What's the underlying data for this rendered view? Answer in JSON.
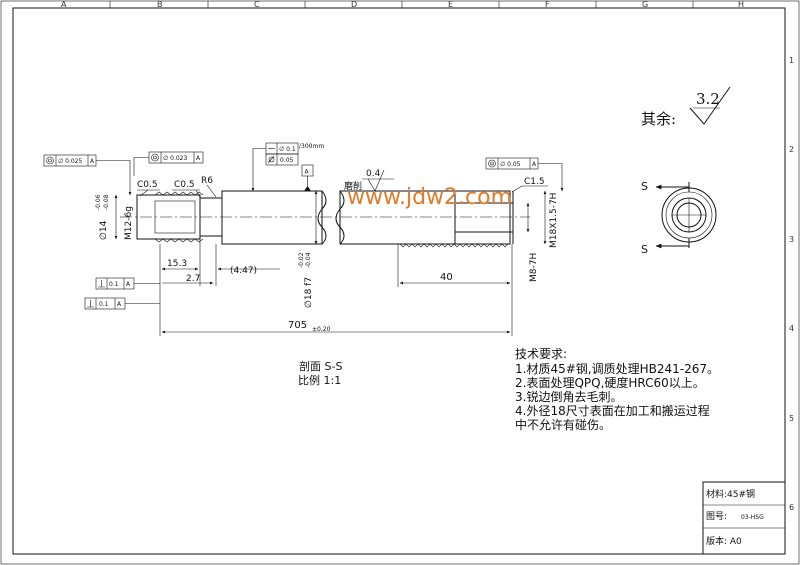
{
  "zones": {
    "columns": [
      "A",
      "B",
      "C",
      "D",
      "E",
      "F",
      "G",
      "H"
    ],
    "rows": [
      "1",
      "2",
      "3",
      "4",
      "5",
      "6"
    ]
  },
  "dimensions": {
    "overall_length": "705",
    "overall_tol": "±0.20",
    "d15_3": "15.3",
    "d2_7": "2.7",
    "d4_47": "(4.47)",
    "d40": "40",
    "dia14": "∅14",
    "dia14_tol_top": "-0.06",
    "dia14_tol_bot": "-0.08",
    "thread_left": "M12-6g",
    "dia18": "∅18 f7",
    "dia18_tol_top": "-0.02",
    "dia18_tol_bot": "-0.04",
    "thread_right": "M18X1.5-7H",
    "thread_inner": "M8-7H",
    "chamfer1": "C0.5",
    "chamfer2": "C0.5",
    "chamfer3": "C1.5",
    "radius": "R6",
    "grind_depth": "0.4",
    "grind_label": "磨削"
  },
  "gdt": {
    "f1_value": "∅ 0.025",
    "f1_ref": "A",
    "f2_value": "∅ 0.023",
    "f2_ref": "A",
    "f3_value": "∅ 0.05",
    "f3_ref": "A",
    "f4_value": "∅ 0.1",
    "f4_per": "/300mm",
    "f5_value": "0.05",
    "datum": "A",
    "f6_value": "0.1",
    "f6_ref": "A",
    "f7_value": "0.1",
    "f7_ref": "A"
  },
  "roughness": {
    "label": "其余:",
    "value": "3.2"
  },
  "section_view": {
    "marker_top": "S",
    "marker_bottom": "S",
    "title": "剖面 S-S",
    "scale": "比例 1:1"
  },
  "notes": {
    "heading": "技术要求:",
    "items": [
      "1.材质45#钢,调质处理HB241-267。",
      "2.表面处理QPQ,硬度HRC60以上。",
      "3.锐边倒角去毛刺。",
      "4.外径18尺寸表面在加工和搬运过程",
      "中不允许有碰伤。"
    ]
  },
  "title_block": {
    "material": "材料:45#钢",
    "drawing_no_label": "图号:",
    "drawing_no": "03-HSG",
    "version": "版本: A0"
  },
  "watermark": "www.jdw2.com"
}
